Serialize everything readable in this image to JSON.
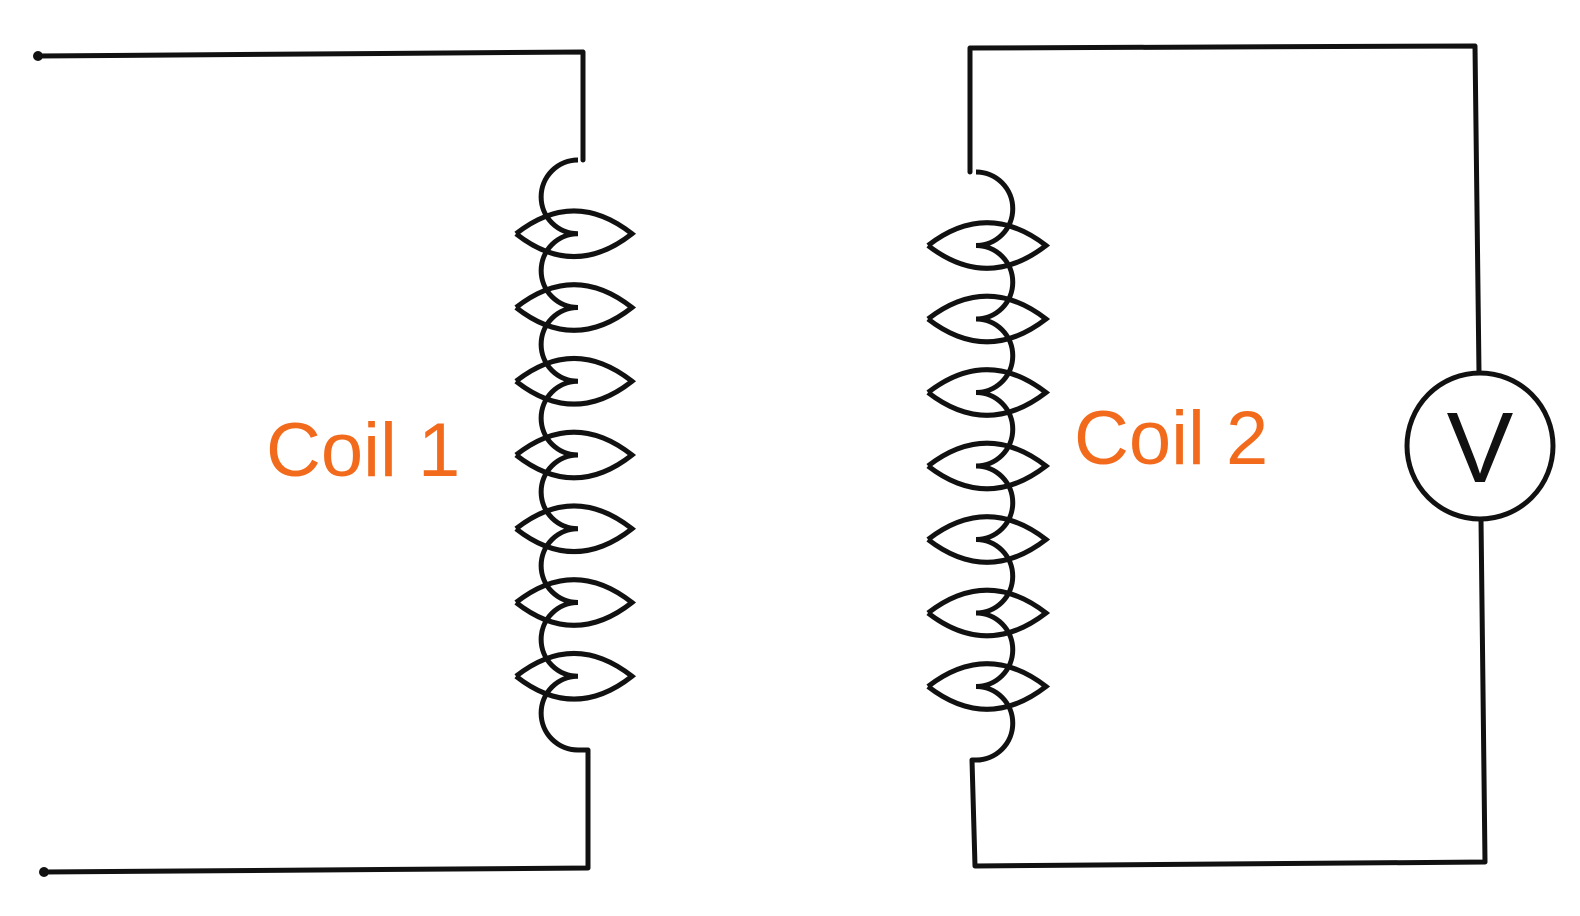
{
  "diagram": {
    "coil1": {
      "label": "Coil 1",
      "turns": 7
    },
    "coil2": {
      "label": "Coil 2",
      "turns": 7
    },
    "meter": {
      "label": "V"
    },
    "colors": {
      "label": "#f26a1b",
      "wire": "#111111"
    }
  }
}
